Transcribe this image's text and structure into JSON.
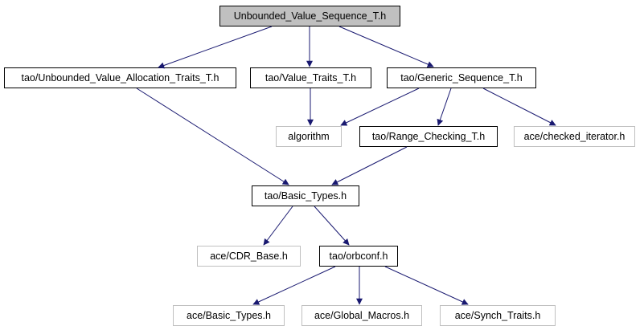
{
  "diagram": {
    "type": "include-dependency-graph",
    "root": "Unbounded_Value_Sequence_T.h"
  },
  "colors": {
    "edge": "#191970",
    "root_fill": "#c0c0c0",
    "node_fill": "#ffffff",
    "internal_border": "#000000",
    "external_border": "#c0c0c0",
    "text": "#000000"
  },
  "nodes": [
    {
      "id": "root",
      "label": "Unbounded_Value_Sequence_T.h",
      "kind": "root"
    },
    {
      "id": "alloc_traits",
      "label": "tao/Unbounded_Value_Allocation_Traits_T.h",
      "kind": "internal"
    },
    {
      "id": "value_traits",
      "label": "tao/Value_Traits_T.h",
      "kind": "internal"
    },
    {
      "id": "generic_seq",
      "label": "tao/Generic_Sequence_T.h",
      "kind": "internal"
    },
    {
      "id": "algorithm",
      "label": "algorithm",
      "kind": "external"
    },
    {
      "id": "range_checking",
      "label": "tao/Range_Checking_T.h",
      "kind": "internal"
    },
    {
      "id": "checked_iter",
      "label": "ace/checked_iterator.h",
      "kind": "external"
    },
    {
      "id": "tao_basic_types",
      "label": "tao/Basic_Types.h",
      "kind": "internal"
    },
    {
      "id": "cdr_base",
      "label": "ace/CDR_Base.h",
      "kind": "external"
    },
    {
      "id": "orbconf",
      "label": "tao/orbconf.h",
      "kind": "internal"
    },
    {
      "id": "ace_basic_types",
      "label": "ace/Basic_Types.h",
      "kind": "external"
    },
    {
      "id": "global_macros",
      "label": "ace/Global_Macros.h",
      "kind": "external"
    },
    {
      "id": "synch_traits",
      "label": "ace/Synch_Traits.h",
      "kind": "external"
    }
  ],
  "edges": [
    {
      "from": "root",
      "to": "alloc_traits"
    },
    {
      "from": "root",
      "to": "value_traits"
    },
    {
      "from": "root",
      "to": "generic_seq"
    },
    {
      "from": "value_traits",
      "to": "algorithm"
    },
    {
      "from": "generic_seq",
      "to": "algorithm"
    },
    {
      "from": "generic_seq",
      "to": "range_checking"
    },
    {
      "from": "generic_seq",
      "to": "checked_iter"
    },
    {
      "from": "alloc_traits",
      "to": "tao_basic_types"
    },
    {
      "from": "range_checking",
      "to": "tao_basic_types"
    },
    {
      "from": "tao_basic_types",
      "to": "cdr_base"
    },
    {
      "from": "tao_basic_types",
      "to": "orbconf"
    },
    {
      "from": "orbconf",
      "to": "ace_basic_types"
    },
    {
      "from": "orbconf",
      "to": "global_macros"
    },
    {
      "from": "orbconf",
      "to": "synch_traits"
    }
  ]
}
